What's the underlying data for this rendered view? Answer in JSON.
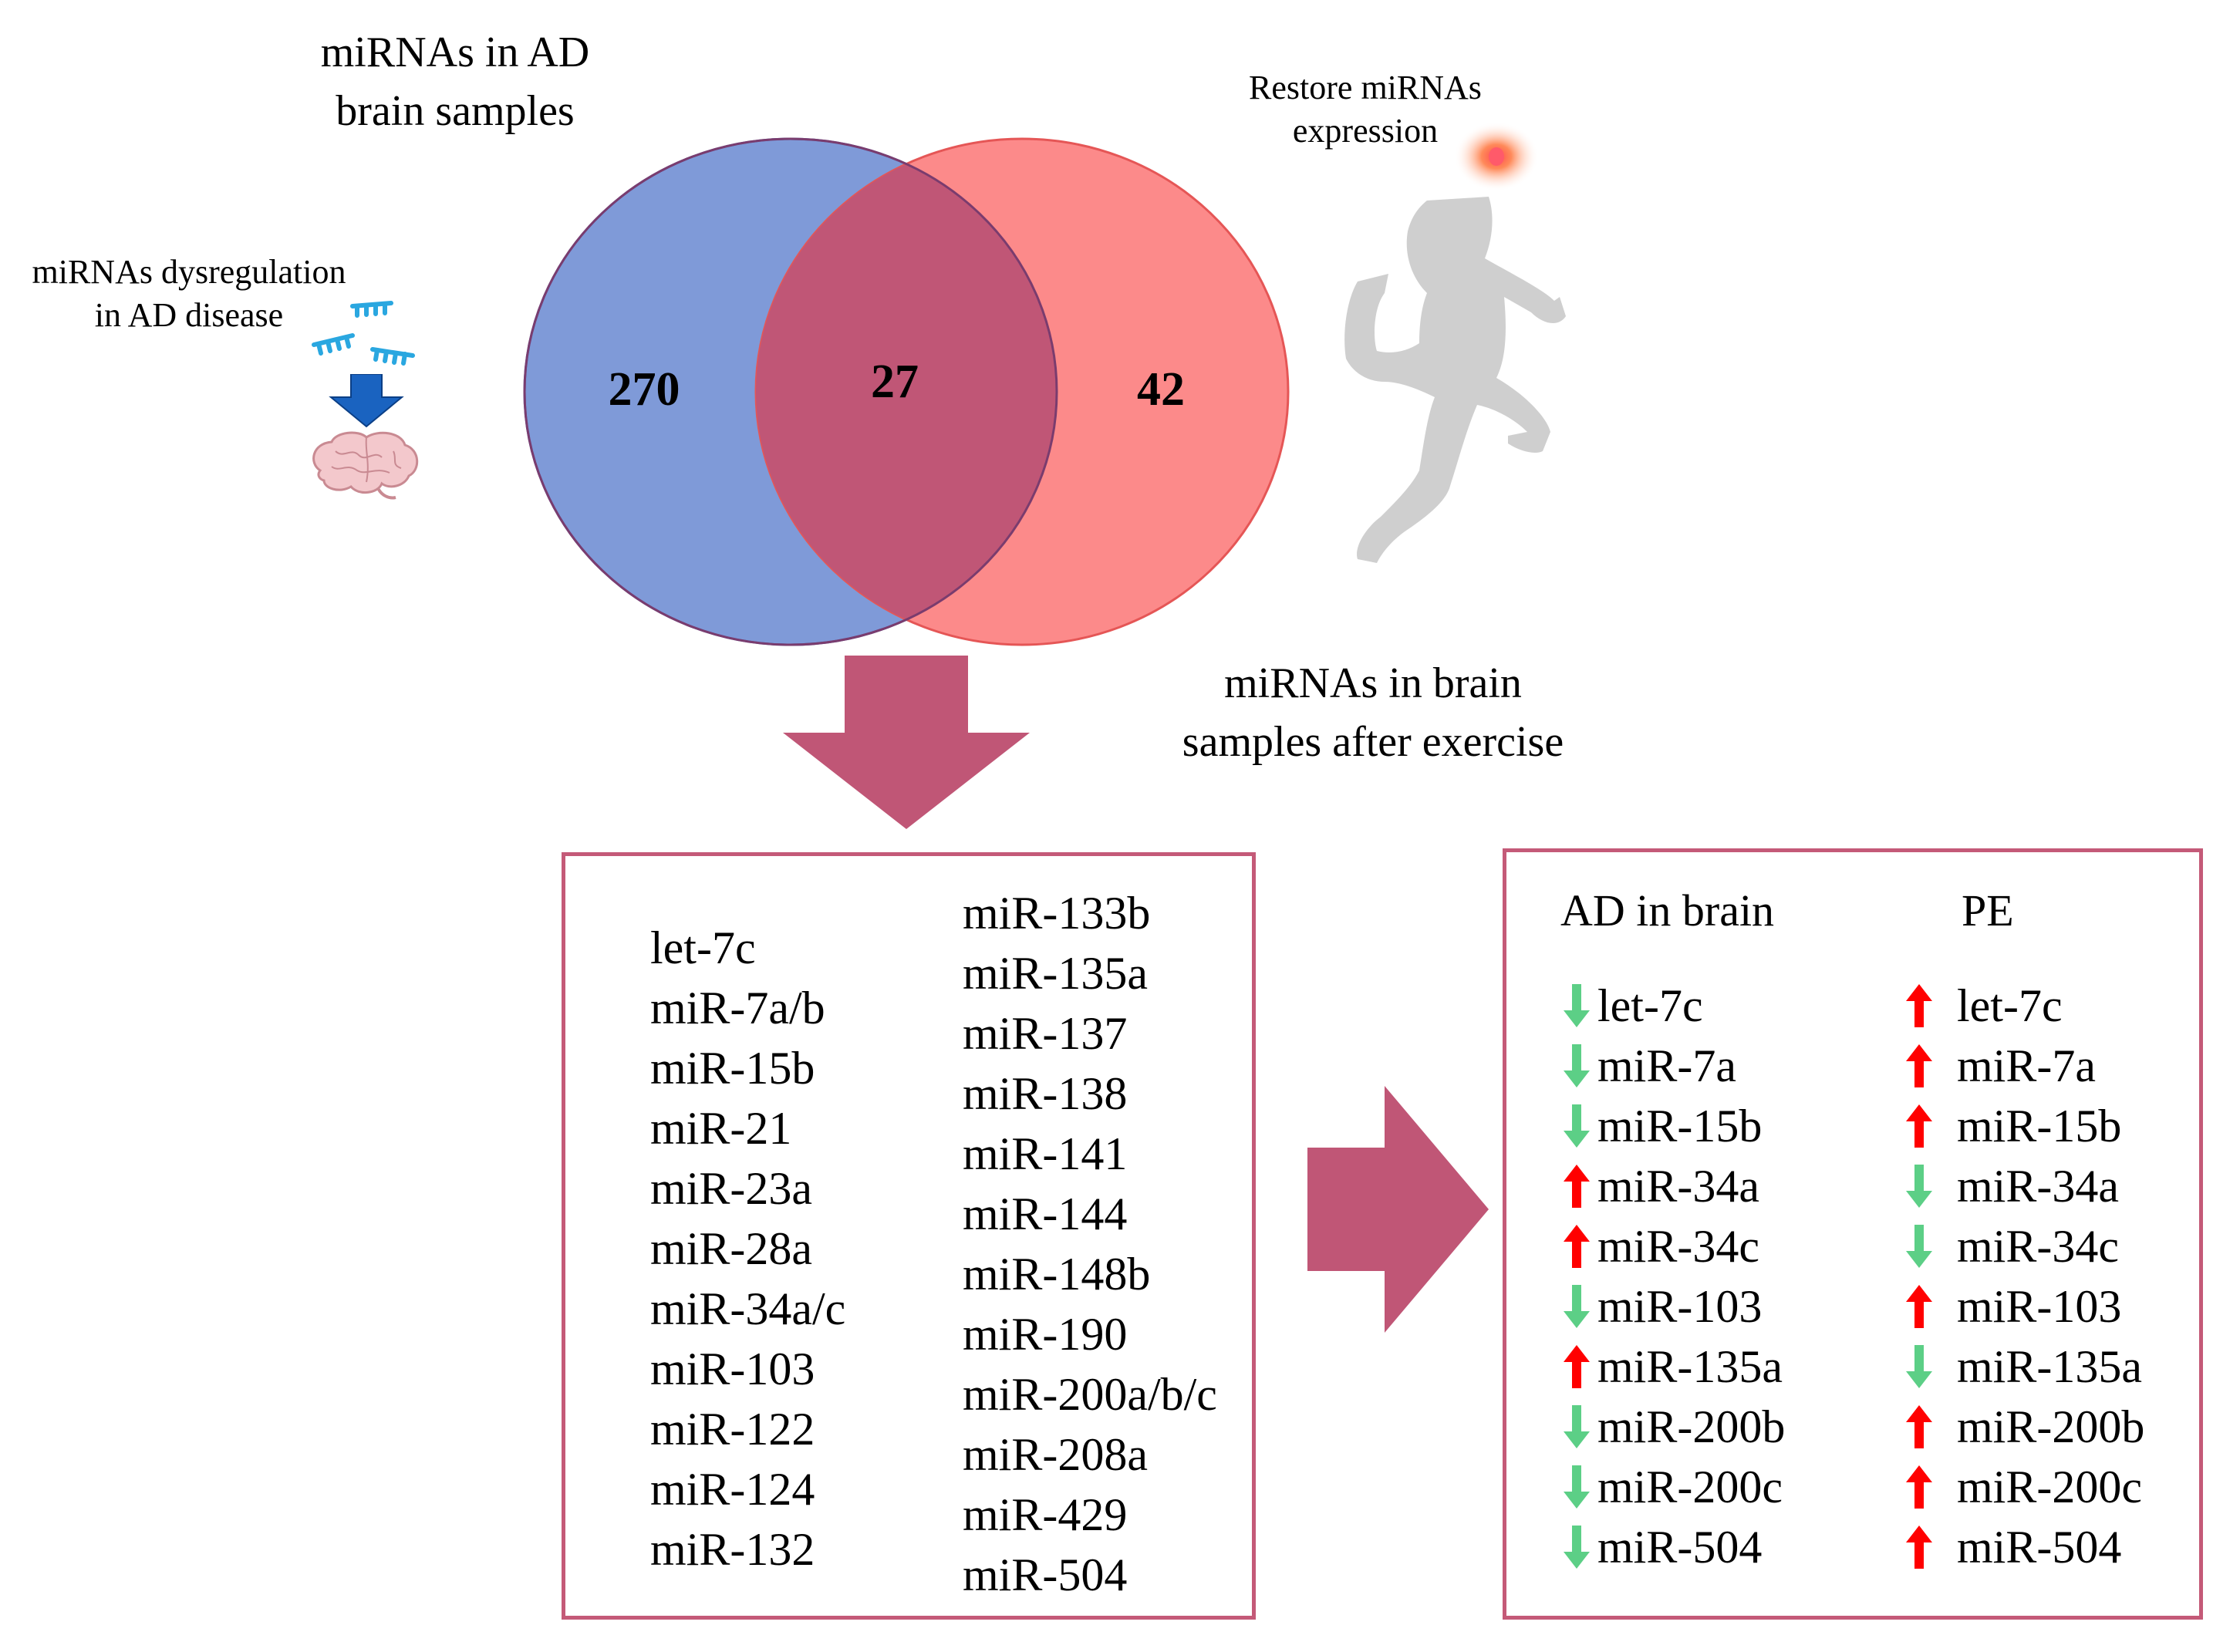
{
  "venn": {
    "left_label_line1": "miRNAs in AD",
    "left_label_line2": "brain samples",
    "right_label_line1": "miRNAs in brain",
    "right_label_line2": "samples after exercise",
    "left_only_count": "270",
    "overlap_count": "27",
    "right_only_count": "42",
    "left_color": "#7f9ad8",
    "right_color": "#fc8a8a",
    "overlap_color": "#c05676"
  },
  "dysregulation_note": {
    "line1": "miRNAs dysregulation",
    "line2": "in AD disease",
    "icons": [
      "mirna-strand-icon",
      "down-arrow-icon",
      "brain-icon"
    ]
  },
  "exercise_note": {
    "line1": "Restore miRNAs",
    "line2": "expression",
    "icons": [
      "runner-icon",
      "glow-spot-icon"
    ]
  },
  "overlap_list": {
    "column1": [
      "let-7c",
      "miR-7a/b",
      "miR-15b",
      "miR-21",
      "miR-23a",
      "miR-28a",
      "miR-34a/c",
      "miR-103",
      "miR-122",
      "miR-124",
      "miR-132"
    ],
    "column2": [
      "miR-133b",
      "miR-135a",
      "miR-137",
      "miR-138",
      "miR-141",
      "miR-144",
      "miR-148b",
      "miR-190",
      "miR-200a/b/c",
      "miR-208a",
      "miR-429",
      "miR-504"
    ]
  },
  "regulation_table": {
    "header_ad": "AD in brain",
    "header_pe": "PE",
    "up_color": "#ff0000",
    "down_color": "#5ccf86",
    "rows": [
      {
        "ad_dir": "down",
        "ad_name": "let-7c",
        "pe_dir": "up",
        "pe_name": "let-7c"
      },
      {
        "ad_dir": "down",
        "ad_name": "miR-7a",
        "pe_dir": "up",
        "pe_name": "miR-7a"
      },
      {
        "ad_dir": "down",
        "ad_name": "miR-15b",
        "pe_dir": "up",
        "pe_name": "miR-15b"
      },
      {
        "ad_dir": "up",
        "ad_name": "miR-34a",
        "pe_dir": "down",
        "pe_name": "miR-34a"
      },
      {
        "ad_dir": "up",
        "ad_name": "miR-34c",
        "pe_dir": "down",
        "pe_name": "miR-34c"
      },
      {
        "ad_dir": "down",
        "ad_name": "miR-103",
        "pe_dir": "up",
        "pe_name": "miR-103"
      },
      {
        "ad_dir": "up",
        "ad_name": "miR-135a",
        "pe_dir": "down",
        "pe_name": "miR-135a"
      },
      {
        "ad_dir": "down",
        "ad_name": "miR-200b",
        "pe_dir": "up",
        "pe_name": "miR-200b"
      },
      {
        "ad_dir": "down",
        "ad_name": "miR-200c",
        "pe_dir": "up",
        "pe_name": "miR-200c"
      },
      {
        "ad_dir": "down",
        "ad_name": "miR-504",
        "pe_dir": "up",
        "pe_name": "miR-504"
      }
    ]
  }
}
